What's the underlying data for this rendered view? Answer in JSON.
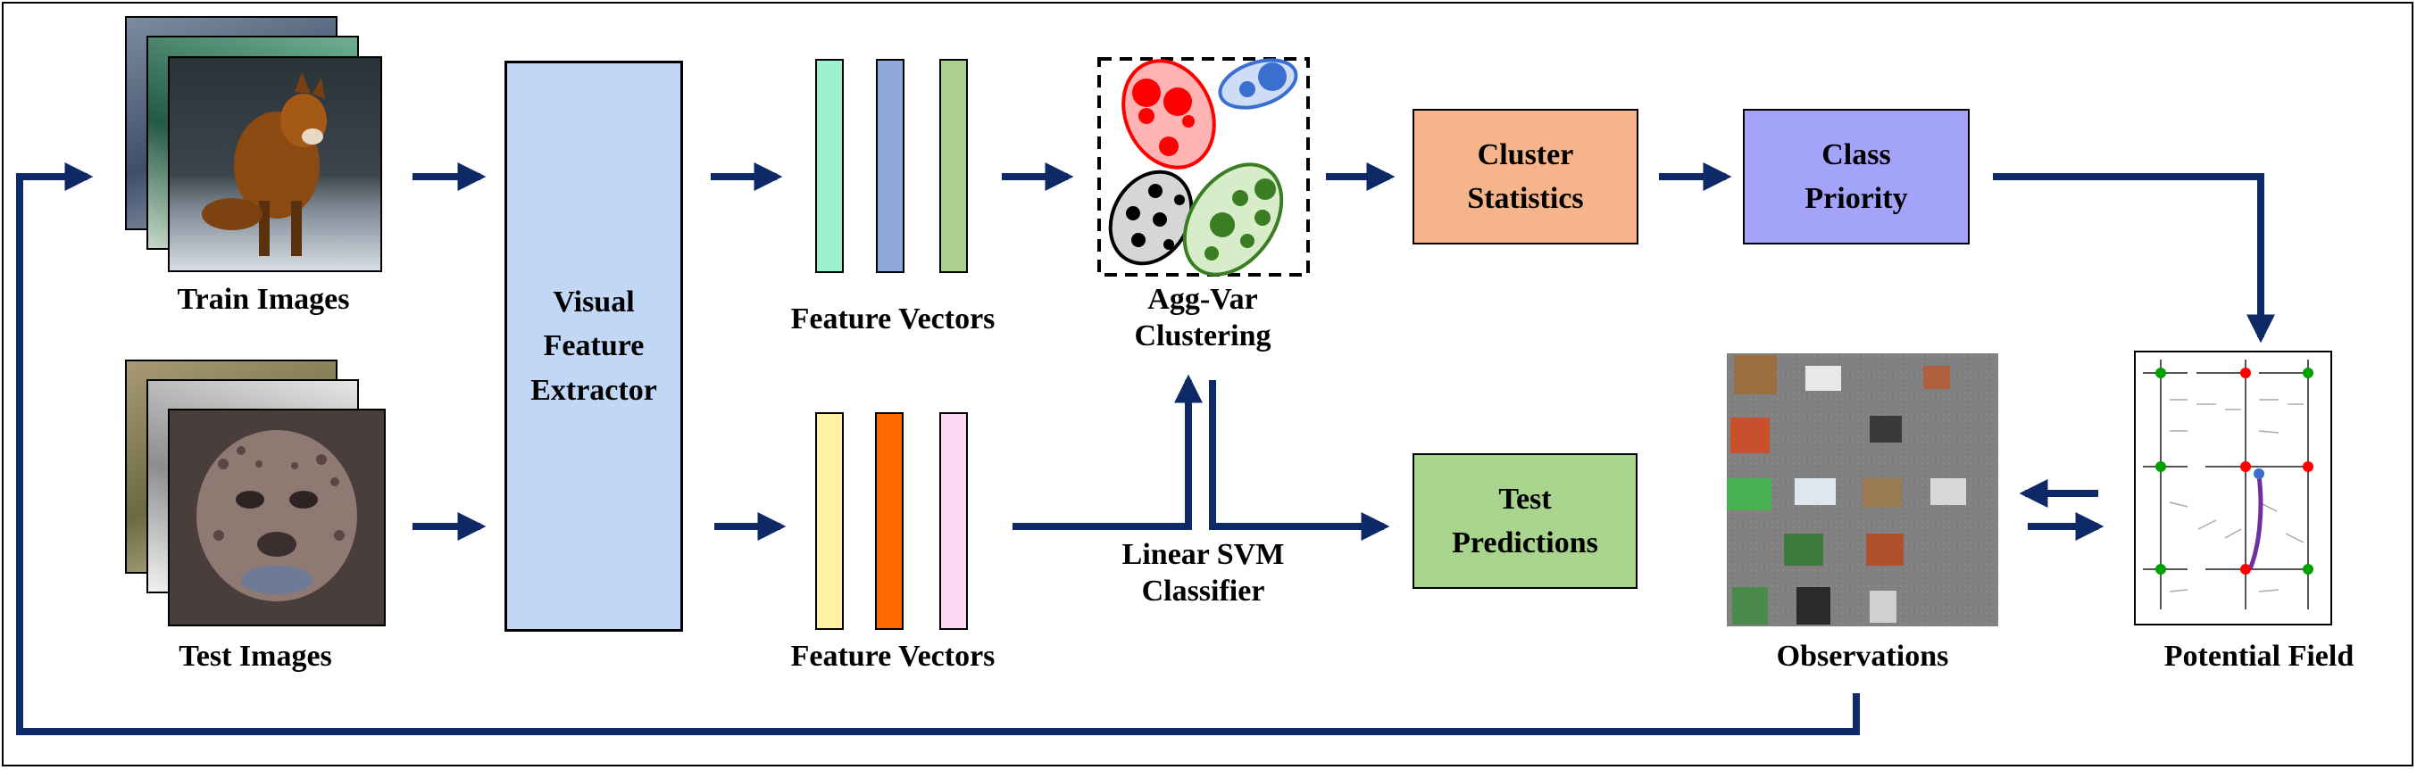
{
  "labels": {
    "train_images": "Train Images",
    "test_images": "Test Images",
    "feature_extractor": "Visual\nFeature\nExtractor",
    "feature_vectors_top": "Feature Vectors",
    "feature_vectors_bottom": "Feature Vectors",
    "clustering": "Agg-Var\nClustering",
    "svm": "Linear SVM\nClassifier",
    "cluster_statistics": "Cluster\nStatistics",
    "class_priority": "Class\nPriority",
    "test_predictions": "Test\nPredictions",
    "observations": "Observations",
    "potential_field": "Potential Field"
  },
  "colors": {
    "arrow": "#0d2a66",
    "feature_extractor": "#c2d6f5",
    "cluster_statistics": "#f5b48a",
    "class_priority": "#a3a3fa",
    "test_predictions": "#a9d48e",
    "top_vectors": [
      "#9cf2d0",
      "#8ea8da",
      "#a9d08e"
    ],
    "bottom_vectors": [
      "#fff2a1",
      "#ff6a00",
      "#ffd7f7"
    ],
    "cluster_red": "#ff0000",
    "cluster_blue": "#3a6fd0",
    "cluster_black": "#000000",
    "cluster_green": "#3a7d22"
  },
  "icons": {
    "train_stack": "train-image-stack",
    "test_stack": "test-image-stack",
    "cluster_plot": "cluster-scatter-icon",
    "observations": "minecraft-block-grid",
    "potential_field": "vector-field-plot"
  }
}
